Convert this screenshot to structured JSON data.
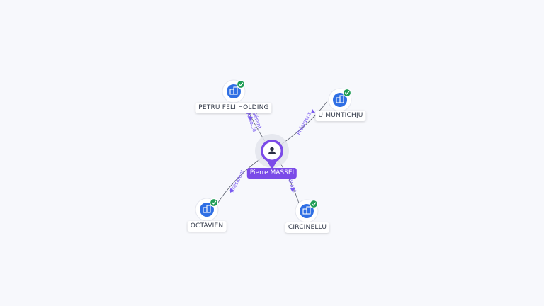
{
  "person": {
    "name": "Pierre MASSEI",
    "icon": "user-icon"
  },
  "companies": [
    {
      "name": "PETRU FELI HOLDING",
      "icon": "building-icon",
      "verified": true,
      "relation": [
        "Gérant",
        "Associé"
      ]
    },
    {
      "name": "U MUNTICHJU",
      "icon": "building-icon",
      "verified": true,
      "relation": [
        "Président"
      ]
    },
    {
      "name": "OCTAVIEN",
      "icon": "building-icon",
      "verified": true,
      "relation": [
        "Président"
      ]
    },
    {
      "name": "CIRCINELLU",
      "icon": "building-icon",
      "verified": true,
      "relation": [
        "Gérant"
      ]
    }
  ],
  "colors": {
    "company": "#2f6fe4",
    "person": "#7b4be8",
    "verified": "#1f9d55",
    "edge_label": "#7b5cf0"
  }
}
